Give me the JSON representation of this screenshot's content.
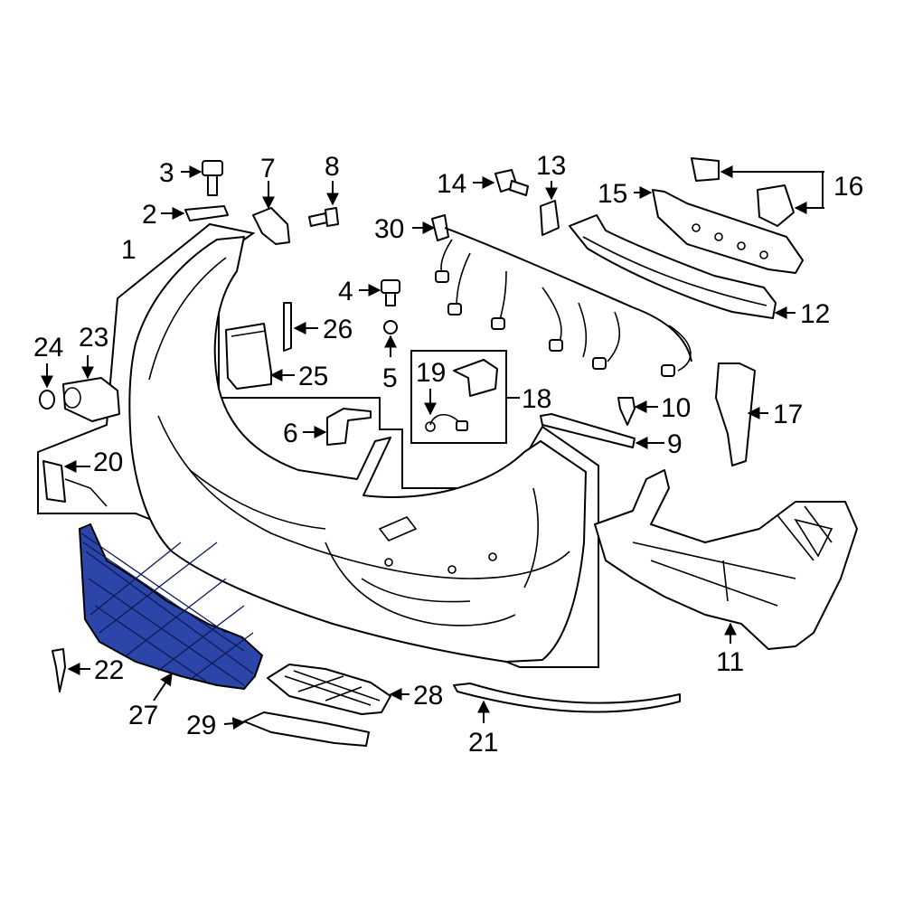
{
  "diagram": {
    "highlight_color": "#2b45a8",
    "callouts": [
      "1",
      "2",
      "3",
      "4",
      "5",
      "6",
      "7",
      "8",
      "9",
      "10",
      "11",
      "12",
      "13",
      "14",
      "15",
      "16",
      "17",
      "18",
      "19",
      "20",
      "21",
      "22",
      "23",
      "24",
      "25",
      "26",
      "27",
      "28",
      "29",
      "30"
    ]
  }
}
